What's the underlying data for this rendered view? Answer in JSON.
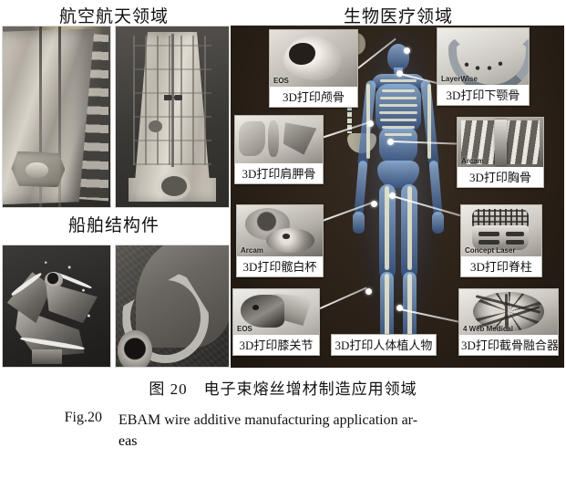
{
  "headings": {
    "aerospace": "航空航天领域",
    "biomedical": "生物医疗领域",
    "ship": "船舶结构件"
  },
  "left_panel": {
    "aerospace_images": [
      {
        "name": "aerospace-curved-panel-photo",
        "alt": "curved titanium aerospace structural panel"
      },
      {
        "name": "aerospace-ribbed-panel-photo",
        "alt": "machined ribbed aerospace panel"
      }
    ],
    "ship_images": [
      {
        "name": "ship-propeller-photo",
        "alt": "ship propeller casting"
      },
      {
        "name": "ship-curved-casting-photo",
        "alt": "ship curved structural casting"
      }
    ]
  },
  "biomedical": {
    "callouts": [
      {
        "id": "co-skull",
        "label": "3D打印颅骨",
        "watermark": "EOS",
        "thumb": "skull-thumb"
      },
      {
        "id": "co-mand",
        "label": "3D打印下颚骨",
        "watermark": "LayerWise",
        "thumb": "mandible-thumb"
      },
      {
        "id": "co-scap",
        "label": "3D打印肩胛骨",
        "watermark": "",
        "thumb": "scapula-thumb"
      },
      {
        "id": "co-stern",
        "label": "3D打印胸骨",
        "watermark": "Arcam",
        "thumb": "sternum-thumb"
      },
      {
        "id": "co-acet",
        "label": "3D打印髋白杯",
        "watermark": "Arcam",
        "thumb": "acetabular-cup-thumb"
      },
      {
        "id": "co-spine",
        "label": "3D打印脊柱",
        "watermark": "Concept Laser",
        "thumb": "spine-cage-thumb"
      },
      {
        "id": "co-knee",
        "label": "3D打印膝关节",
        "watermark": "EOS",
        "thumb": "knee-joint-thumb"
      },
      {
        "id": "co-cage",
        "label": "3D打印截骨融合器",
        "watermark": "4 Web Medical",
        "thumb": "fusion-cage-thumb"
      },
      {
        "id": "co-impl",
        "label": "3D打印人体植人物",
        "watermark": "",
        "thumb": ""
      }
    ],
    "body_figure": "human-anatomy-illustration"
  },
  "caption": {
    "cn": "图 20　电子束熔丝增材制造应用领域",
    "en_label": "Fig.20",
    "en_text": "EBAM wire additive manufacturing application ar-",
    "en_cont": "eas"
  },
  "colors": {
    "bio_background": "#2b2118",
    "body_blue": "#5a82be",
    "bone": "#e8e6cd",
    "callout_bg": "#ffffff",
    "text": "#111111"
  }
}
